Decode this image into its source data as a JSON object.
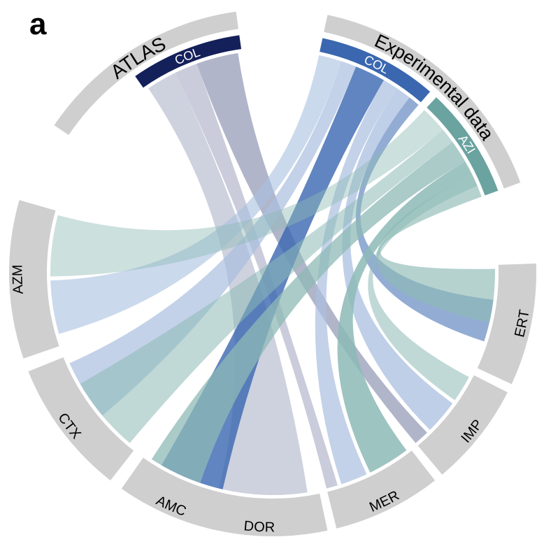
{
  "panel_letter": "a",
  "groups": {
    "atlas": {
      "label": "ATLAS"
    },
    "experimental": {
      "label": "Experimental data"
    }
  },
  "sources": [
    {
      "id": "atlas_col",
      "label": "COL",
      "group": "atlas",
      "color": "#14205a"
    },
    {
      "id": "exp_col",
      "label": "COL",
      "group": "experimental",
      "color": "#3a67b0"
    },
    {
      "id": "exp_azi",
      "label": "AZI",
      "group": "experimental",
      "color": "#6aa3a0"
    }
  ],
  "targets": [
    {
      "id": "azm",
      "label": "AZM"
    },
    {
      "id": "ctx",
      "label": "CTX"
    },
    {
      "id": "amc",
      "label": "AMC"
    },
    {
      "id": "dor",
      "label": "DOR"
    },
    {
      "id": "mer",
      "label": "MER"
    },
    {
      "id": "imp",
      "label": "IMP"
    },
    {
      "id": "ert",
      "label": "ERT"
    }
  ],
  "colors": {
    "ring_gray": "#cfcfcf",
    "atlas_col": "#14205a",
    "exp_col": "#3a67b0",
    "exp_azi": "#6aa3a0",
    "ribbon_atlas": "#9ea3bd",
    "ribbon_exp_col_light": "#a9bfe0",
    "ribbon_exp_col_dark": "#3a67b0",
    "ribbon_azi": "#8dbab6"
  }
}
